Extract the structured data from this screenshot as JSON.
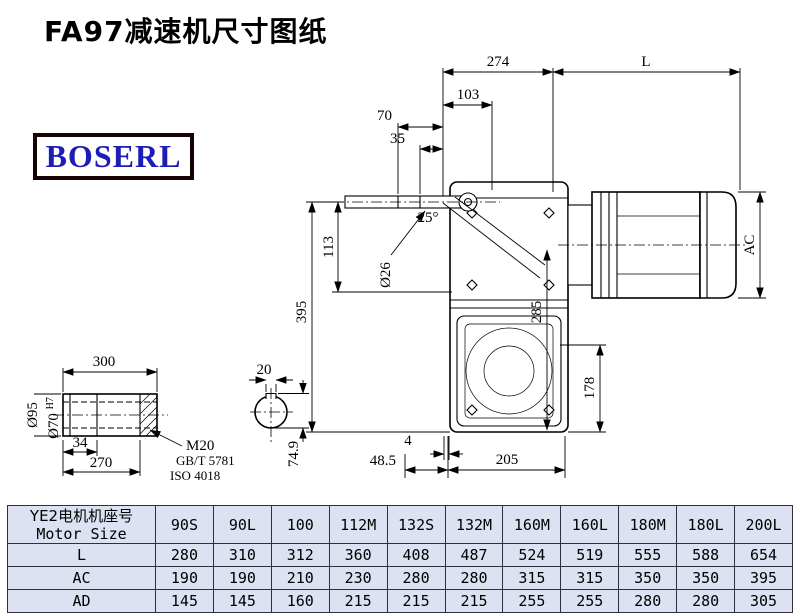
{
  "page": {
    "title": "FA97减速机尺寸图纸"
  },
  "logo": {
    "text": "BOSERL"
  },
  "main_view": {
    "dims": {
      "d274": "274",
      "dL": "L",
      "d103": "103",
      "d70": "70",
      "d35": "35",
      "angle25": "25°",
      "dia26": "Ø26",
      "d113": "113",
      "d395": "395",
      "d285": "285",
      "dAC": "AC",
      "d178": "178",
      "d4": "4",
      "d48_5": "48.5",
      "d205": "205"
    }
  },
  "shaft_view": {
    "dims": {
      "d300": "300",
      "d20": "20",
      "dia95": "Ø95",
      "dia70": "Ø70",
      "tolH7": "H7",
      "d34": "34",
      "d270": "270",
      "d74_9": "74.9"
    },
    "notes": {
      "thread": "M20",
      "std1": "GB/T 5781",
      "std2": "ISO 4018"
    }
  },
  "table": {
    "header": {
      "line1": "YE2电机机座号",
      "line2": "Motor Size"
    },
    "columns": [
      "90S",
      "90L",
      "100",
      "112M",
      "132S",
      "132M",
      "160M",
      "160L",
      "180M",
      "180L",
      "200L"
    ],
    "rows": [
      {
        "label": "L",
        "values": [
          "280",
          "310",
          "312",
          "360",
          "408",
          "487",
          "524",
          "519",
          "555",
          "588",
          "654"
        ]
      },
      {
        "label": "AC",
        "values": [
          "190",
          "190",
          "210",
          "230",
          "280",
          "280",
          "315",
          "315",
          "350",
          "350",
          "395"
        ]
      },
      {
        "label": "AD",
        "values": [
          "145",
          "145",
          "160",
          "215",
          "215",
          "215",
          "255",
          "255",
          "280",
          "280",
          "305"
        ]
      }
    ]
  }
}
